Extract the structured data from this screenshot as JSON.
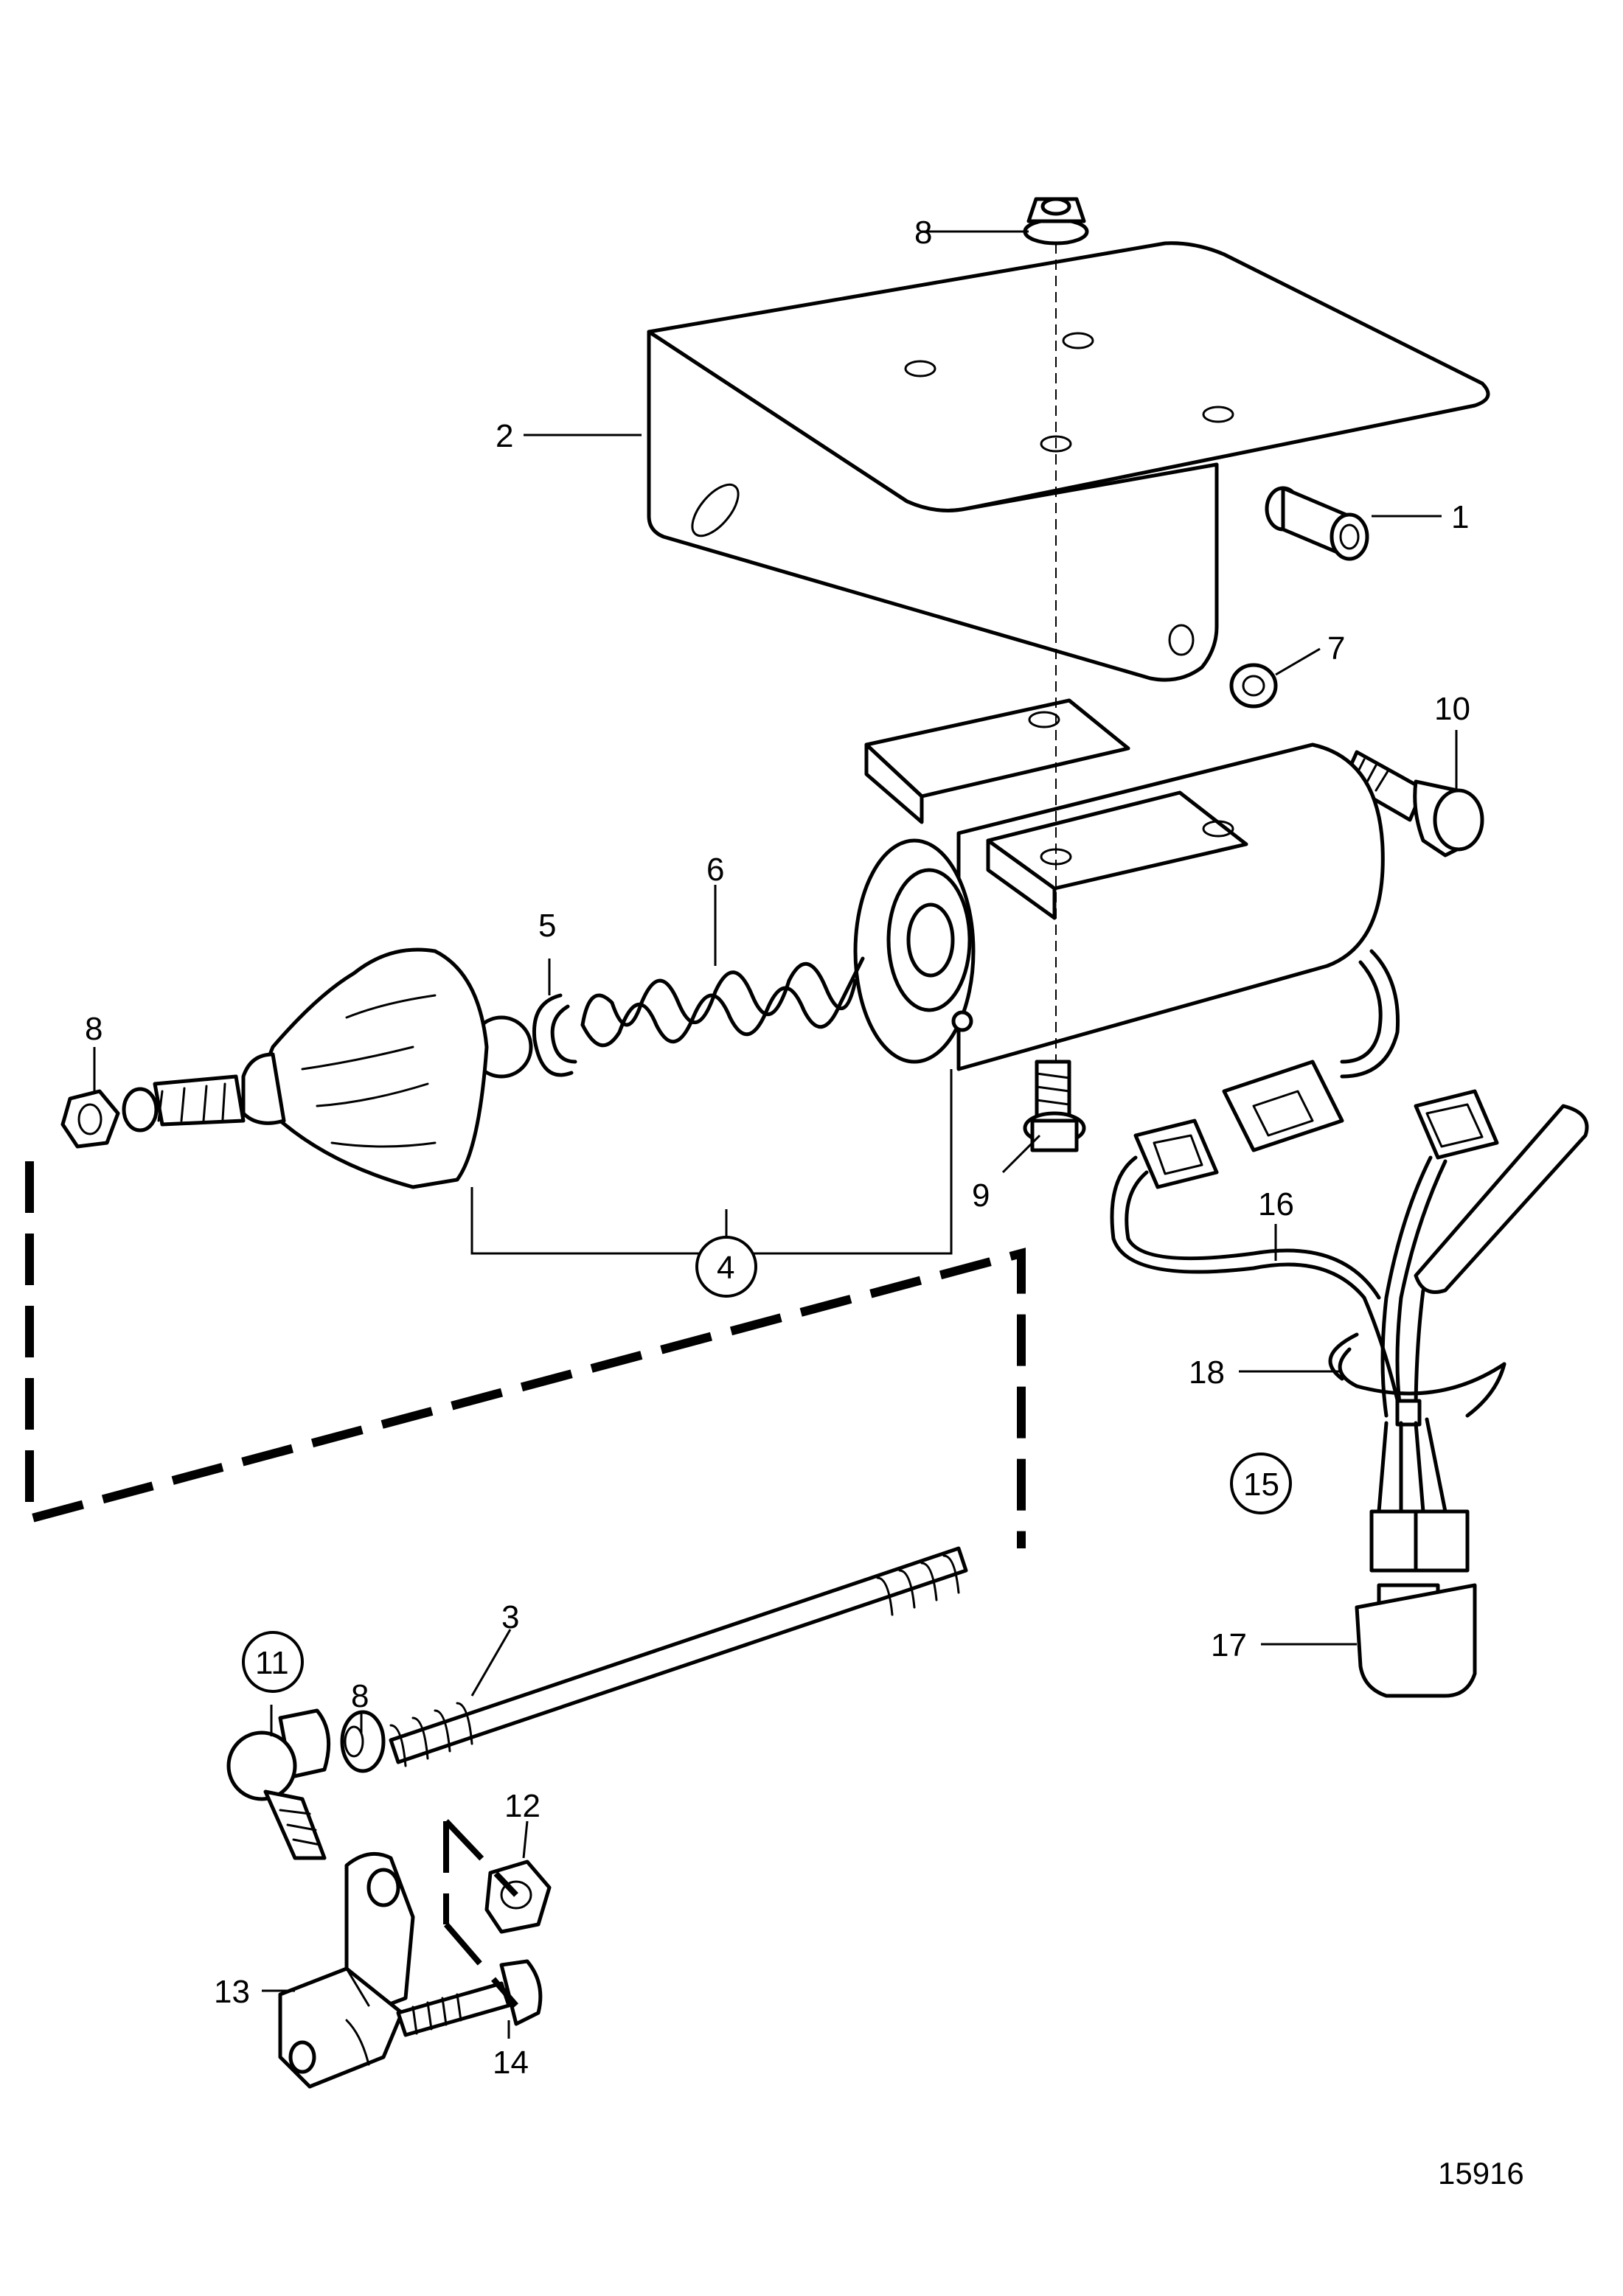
{
  "callouts": [
    {
      "id": "1",
      "text": "1"
    },
    {
      "id": "2",
      "text": "2"
    },
    {
      "id": "3",
      "text": "3"
    },
    {
      "id": "4",
      "text": "4"
    },
    {
      "id": "5",
      "text": "5"
    },
    {
      "id": "6",
      "text": "6"
    },
    {
      "id": "7",
      "text": "7"
    },
    {
      "id": "8a",
      "text": "8"
    },
    {
      "id": "8b",
      "text": "8"
    },
    {
      "id": "8c",
      "text": "8"
    },
    {
      "id": "9",
      "text": "9"
    },
    {
      "id": "10",
      "text": "10"
    },
    {
      "id": "11",
      "text": "11"
    },
    {
      "id": "12",
      "text": "12"
    },
    {
      "id": "13",
      "text": "13"
    },
    {
      "id": "14",
      "text": "14"
    },
    {
      "id": "15",
      "text": "15"
    },
    {
      "id": "16",
      "text": "16"
    },
    {
      "id": "17",
      "text": "17"
    },
    {
      "id": "18",
      "text": "18"
    }
  ],
  "figure_number": "15916"
}
